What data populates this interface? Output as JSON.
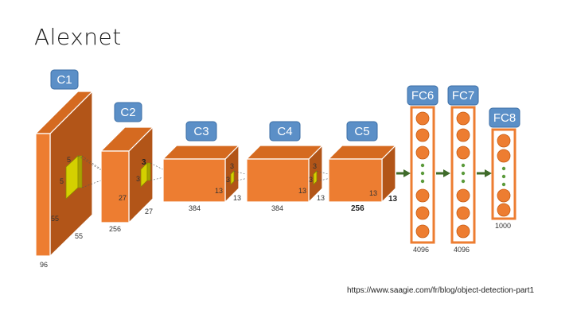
{
  "title": "Alexnet",
  "layer_labels": {
    "c1": "C1",
    "c2": "C2",
    "c3": "C3",
    "c4": "C4",
    "c5": "C5",
    "fc6": "FC6",
    "fc7": "FC7",
    "fc8": "FC8"
  },
  "dimensions": {
    "c1_kernel_a": "5",
    "c1_kernel_b": "5",
    "c1_h": "55",
    "c1_w": "55",
    "c1_d": "96",
    "c2_kernel_a": "3",
    "c2_kernel_b": "3",
    "c2_h": "27",
    "c2_w": "27",
    "c2_d": "256",
    "c3_kernel_a": "3",
    "c3_kernel_b": "3",
    "c3_h": "13",
    "c3_w": "13",
    "c3_d": "384",
    "c4_kernel_a": "3",
    "c4_kernel_b": "3",
    "c4_h": "13",
    "c4_w": "13",
    "c4_d": "384",
    "c5_h": "13",
    "c5_w": "13",
    "c5_d": "256",
    "fc6_units": "4096",
    "fc7_units": "4096",
    "fc8_units": "1000"
  },
  "colors": {
    "layer_block": "#ed7d31",
    "label_box": "#5b8fc7",
    "kernel": "#d4d000",
    "arrow": "#3f6b2a"
  },
  "source_url": "https://www.saagie.com/fr/blog/object-detection-part1"
}
